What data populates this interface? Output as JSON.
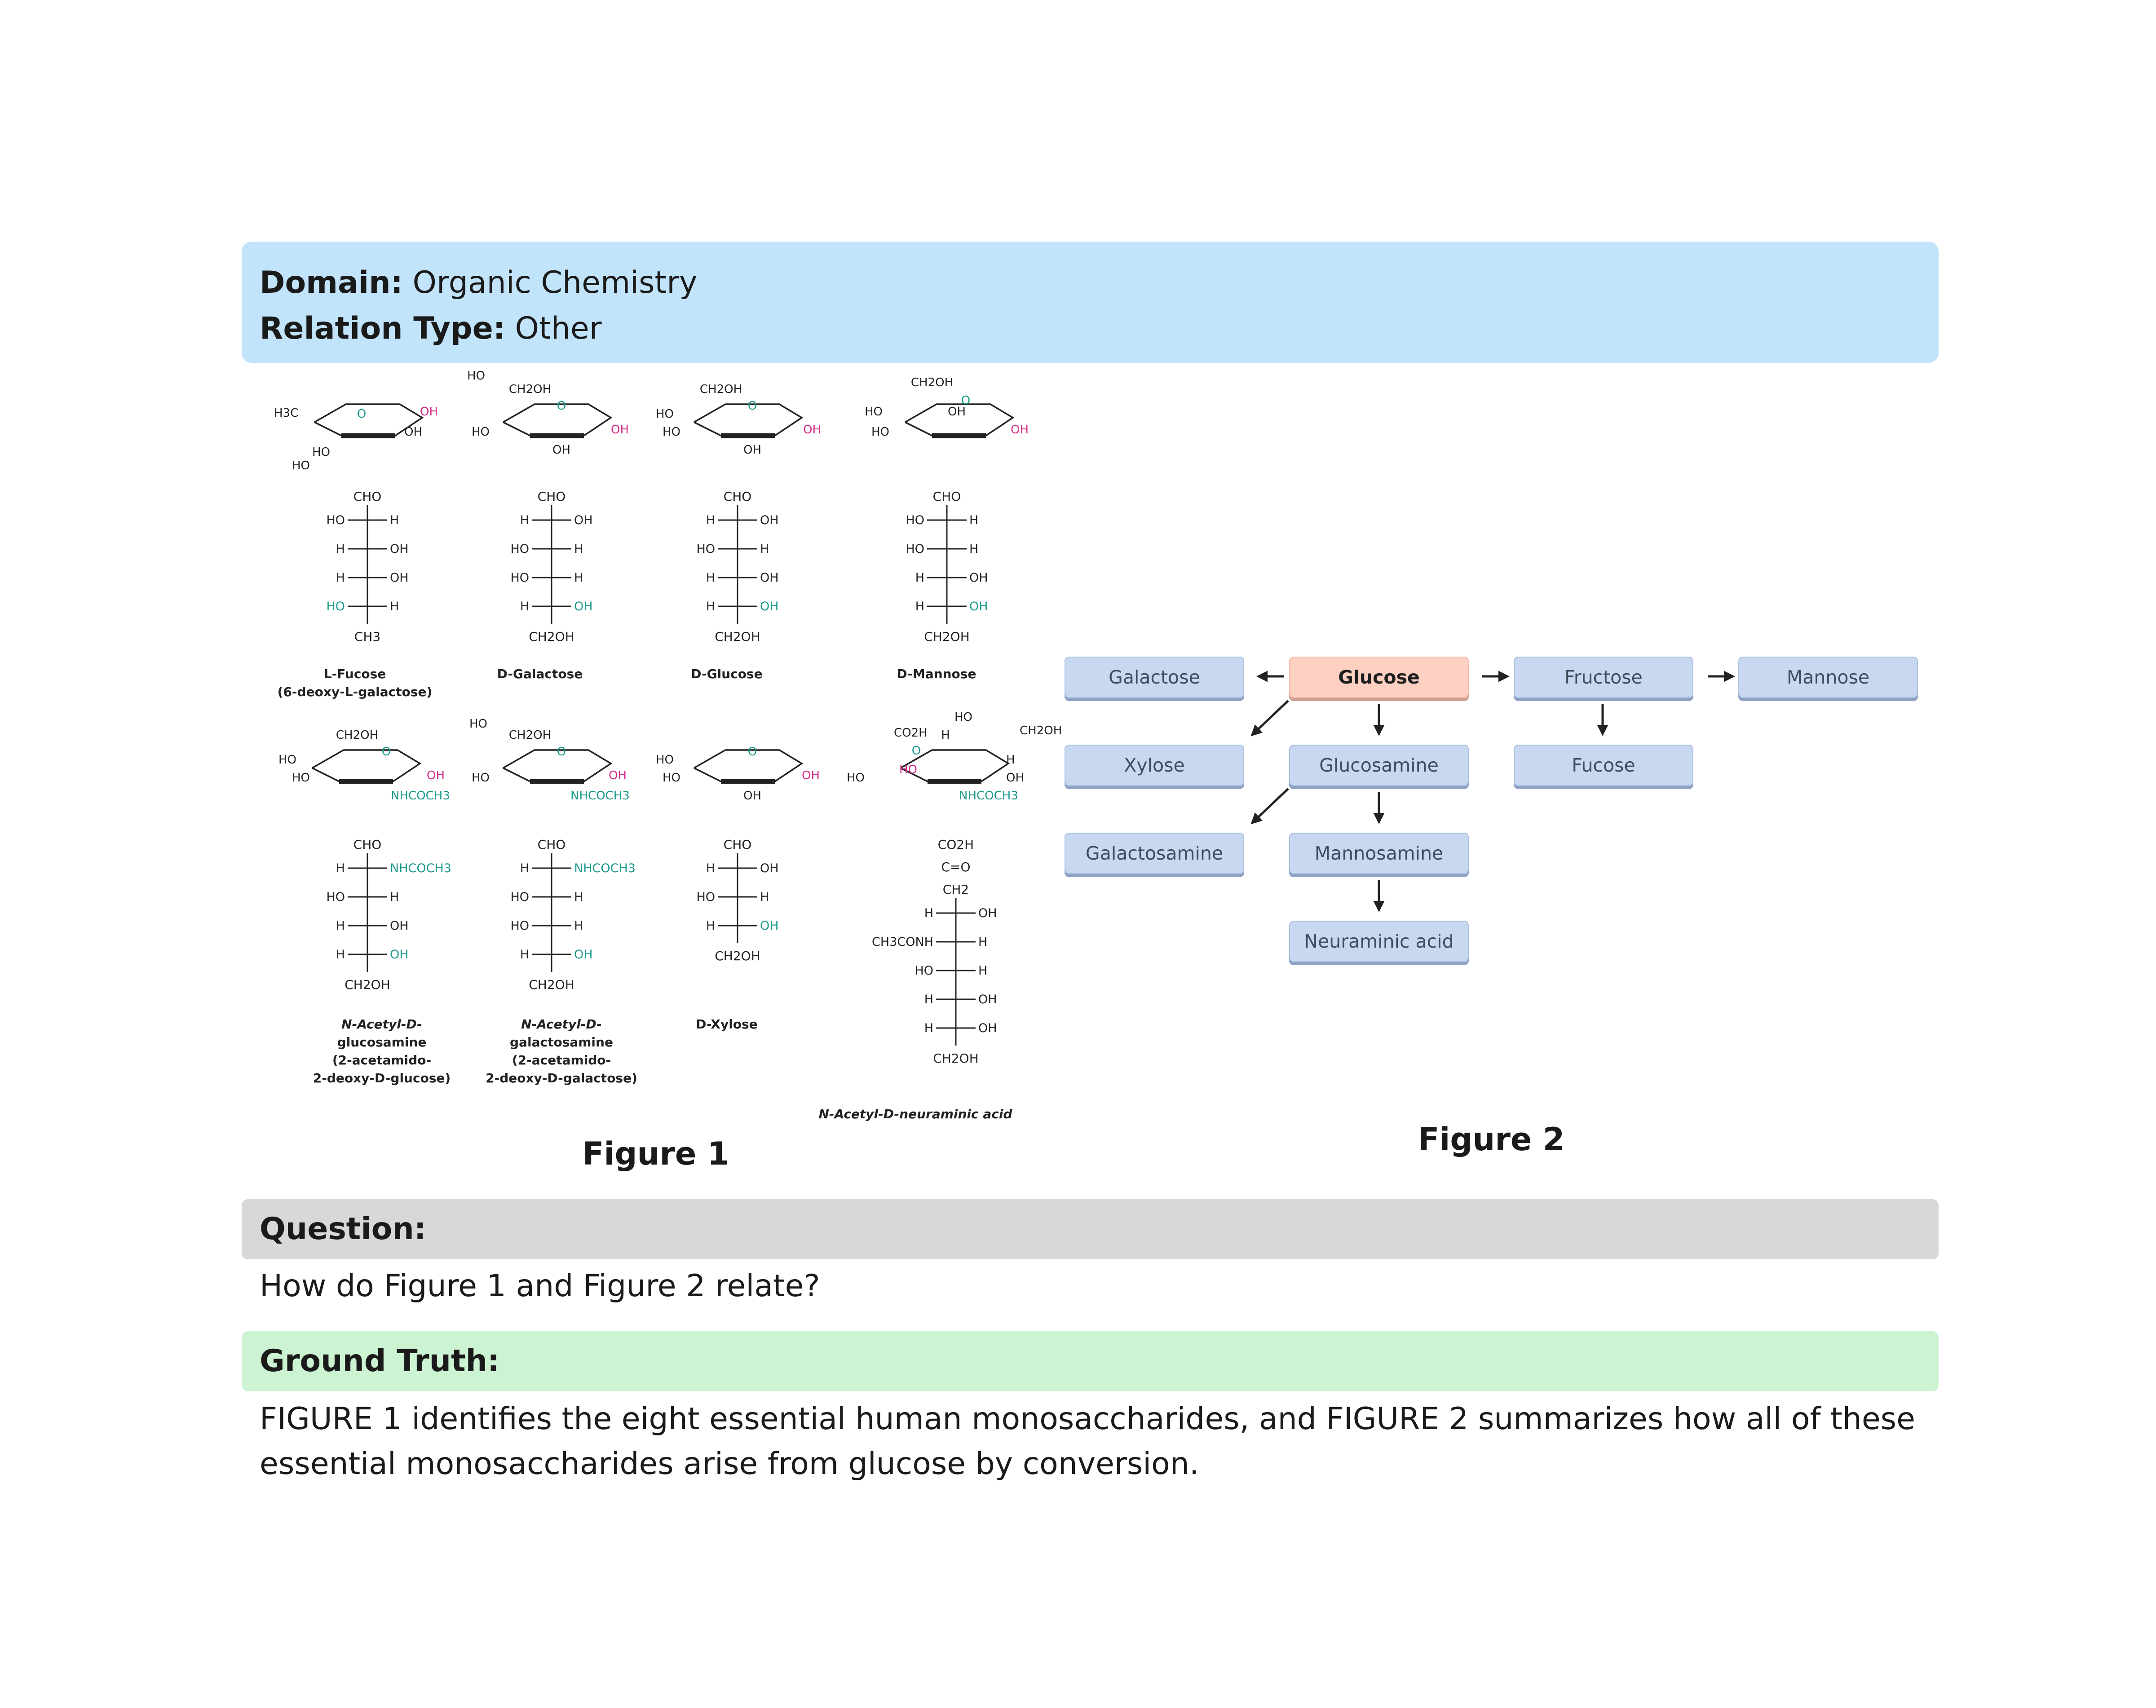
{
  "header": {
    "domain_label": "Domain:",
    "domain_value": " Organic Chemistry",
    "relation_label": "Relation Type:",
    "relation_value": " Other"
  },
  "figure1": {
    "caption": "Figure 1",
    "sugars": [
      {
        "name": "L-Fucose",
        "name2": "(6-deoxy-L-galactose)",
        "top": "CHO",
        "bottom": "CH3",
        "rows": [
          [
            "HO",
            "H"
          ],
          [
            "H",
            "OH"
          ],
          [
            "H",
            "OH"
          ],
          [
            "HO",
            "H"
          ]
        ]
      },
      {
        "name": "D-Galactose",
        "top": "CHO",
        "bottom": "CH2OH",
        "rows": [
          [
            "H",
            "OH"
          ],
          [
            "HO",
            "H"
          ],
          [
            "HO",
            "H"
          ],
          [
            "H",
            "OH"
          ]
        ]
      },
      {
        "name": "D-Glucose",
        "top": "CHO",
        "bottom": "CH2OH",
        "rows": [
          [
            "H",
            "OH"
          ],
          [
            "HO",
            "H"
          ],
          [
            "H",
            "OH"
          ],
          [
            "H",
            "OH"
          ]
        ]
      },
      {
        "name": "D-Mannose",
        "top": "CHO",
        "bottom": "CH2OH",
        "rows": [
          [
            "HO",
            "H"
          ],
          [
            "HO",
            "H"
          ],
          [
            "H",
            "OH"
          ],
          [
            "H",
            "OH"
          ]
        ]
      },
      {
        "name": "N-Acetyl-D-",
        "name2": "glucosamine",
        "name3": "(2-acetamido-",
        "name4": "2-deoxy-D-glucose)",
        "top": "CHO",
        "bottom": "CH2OH",
        "rows": [
          [
            "H",
            "NHCOCH3"
          ],
          [
            "HO",
            "H"
          ],
          [
            "H",
            "OH"
          ],
          [
            "H",
            "OH"
          ]
        ]
      },
      {
        "name": "N-Acetyl-D-",
        "name2": "galactosamine",
        "name3": "(2-acetamido-",
        "name4": "2-deoxy-D-galactose)",
        "top": "CHO",
        "bottom": "CH2OH",
        "rows": [
          [
            "H",
            "NHCOCH3"
          ],
          [
            "HO",
            "H"
          ],
          [
            "HO",
            "H"
          ],
          [
            "H",
            "OH"
          ]
        ]
      },
      {
        "name": "D-Xylose",
        "top": "CHO",
        "bottom": "CH2OH",
        "rows": [
          [
            "H",
            "OH"
          ],
          [
            "HO",
            "H"
          ],
          [
            "H",
            "OH"
          ]
        ]
      },
      {
        "name": "N-Acetyl-D-neuraminic acid",
        "top": "CO2H",
        "top2": "C=O",
        "top3": "CH2",
        "bottom": "CH2OH",
        "rows": [
          [
            "H",
            "OH"
          ],
          [
            "CH3CONH",
            "H"
          ],
          [
            "HO",
            "H"
          ],
          [
            "H",
            "OH"
          ],
          [
            "H",
            "OH"
          ]
        ]
      }
    ],
    "ring_labels": {
      "fucose": [
        "H3C",
        "O",
        "OH",
        "OH",
        "HO",
        "HO"
      ],
      "galactose": [
        "HO",
        "CH2OH",
        "O",
        "HO",
        "OH",
        "OH"
      ],
      "glucose": [
        "CH2OH",
        "O",
        "HO",
        "HO",
        "OH",
        "OH"
      ],
      "mannose": [
        "CH2OH",
        "O",
        "HO",
        "OH",
        "HO",
        "OH"
      ],
      "glcnac": [
        "CH2OH",
        "O",
        "HO",
        "HO",
        "OH",
        "NHCOCH3"
      ],
      "galnac": [
        "HO",
        "CH2OH",
        "O",
        "HO",
        "OH",
        "NHCOCH3"
      ],
      "xylose": [
        "O",
        "HO",
        "HO",
        "OH",
        "OH"
      ],
      "neuac": [
        "HO",
        "CH2OH",
        "CO2H",
        "O",
        "H",
        "H",
        "OH",
        "HO",
        "HO",
        "NHCOCH3"
      ]
    }
  },
  "figure2": {
    "caption": "Figure 2",
    "nodes": {
      "galactose": "Galactose",
      "glucose": "Glucose",
      "fructose": "Fructose",
      "mannose": "Mannose",
      "xylose": "Xylose",
      "glucosamine": "Glucosamine",
      "fucose": "Fucose",
      "galactosamine": "Galactosamine",
      "mannosamine": "Mannosamine",
      "neuraminic": "Neuraminic acid"
    }
  },
  "question": {
    "label": "Question:",
    "text": "How do Figure 1 and Figure 2 relate?"
  },
  "answer": {
    "label": "Ground Truth:",
    "text": "FIGURE 1 identifies the eight essential human monosaccharides, and FIGURE 2 summarizes how all of these essential monosaccharides arise from glucose by conversion."
  },
  "colors": {
    "header_bg": "#c2e4fb",
    "question_bg": "#d8d8d8",
    "answer_bg": "#ccf4d3",
    "node_bg": "#c8d8f0",
    "node_highlight_bg": "#fdd0c2",
    "accent_magenta": "#d42a8a",
    "accent_teal": "#1a9a8a"
  }
}
